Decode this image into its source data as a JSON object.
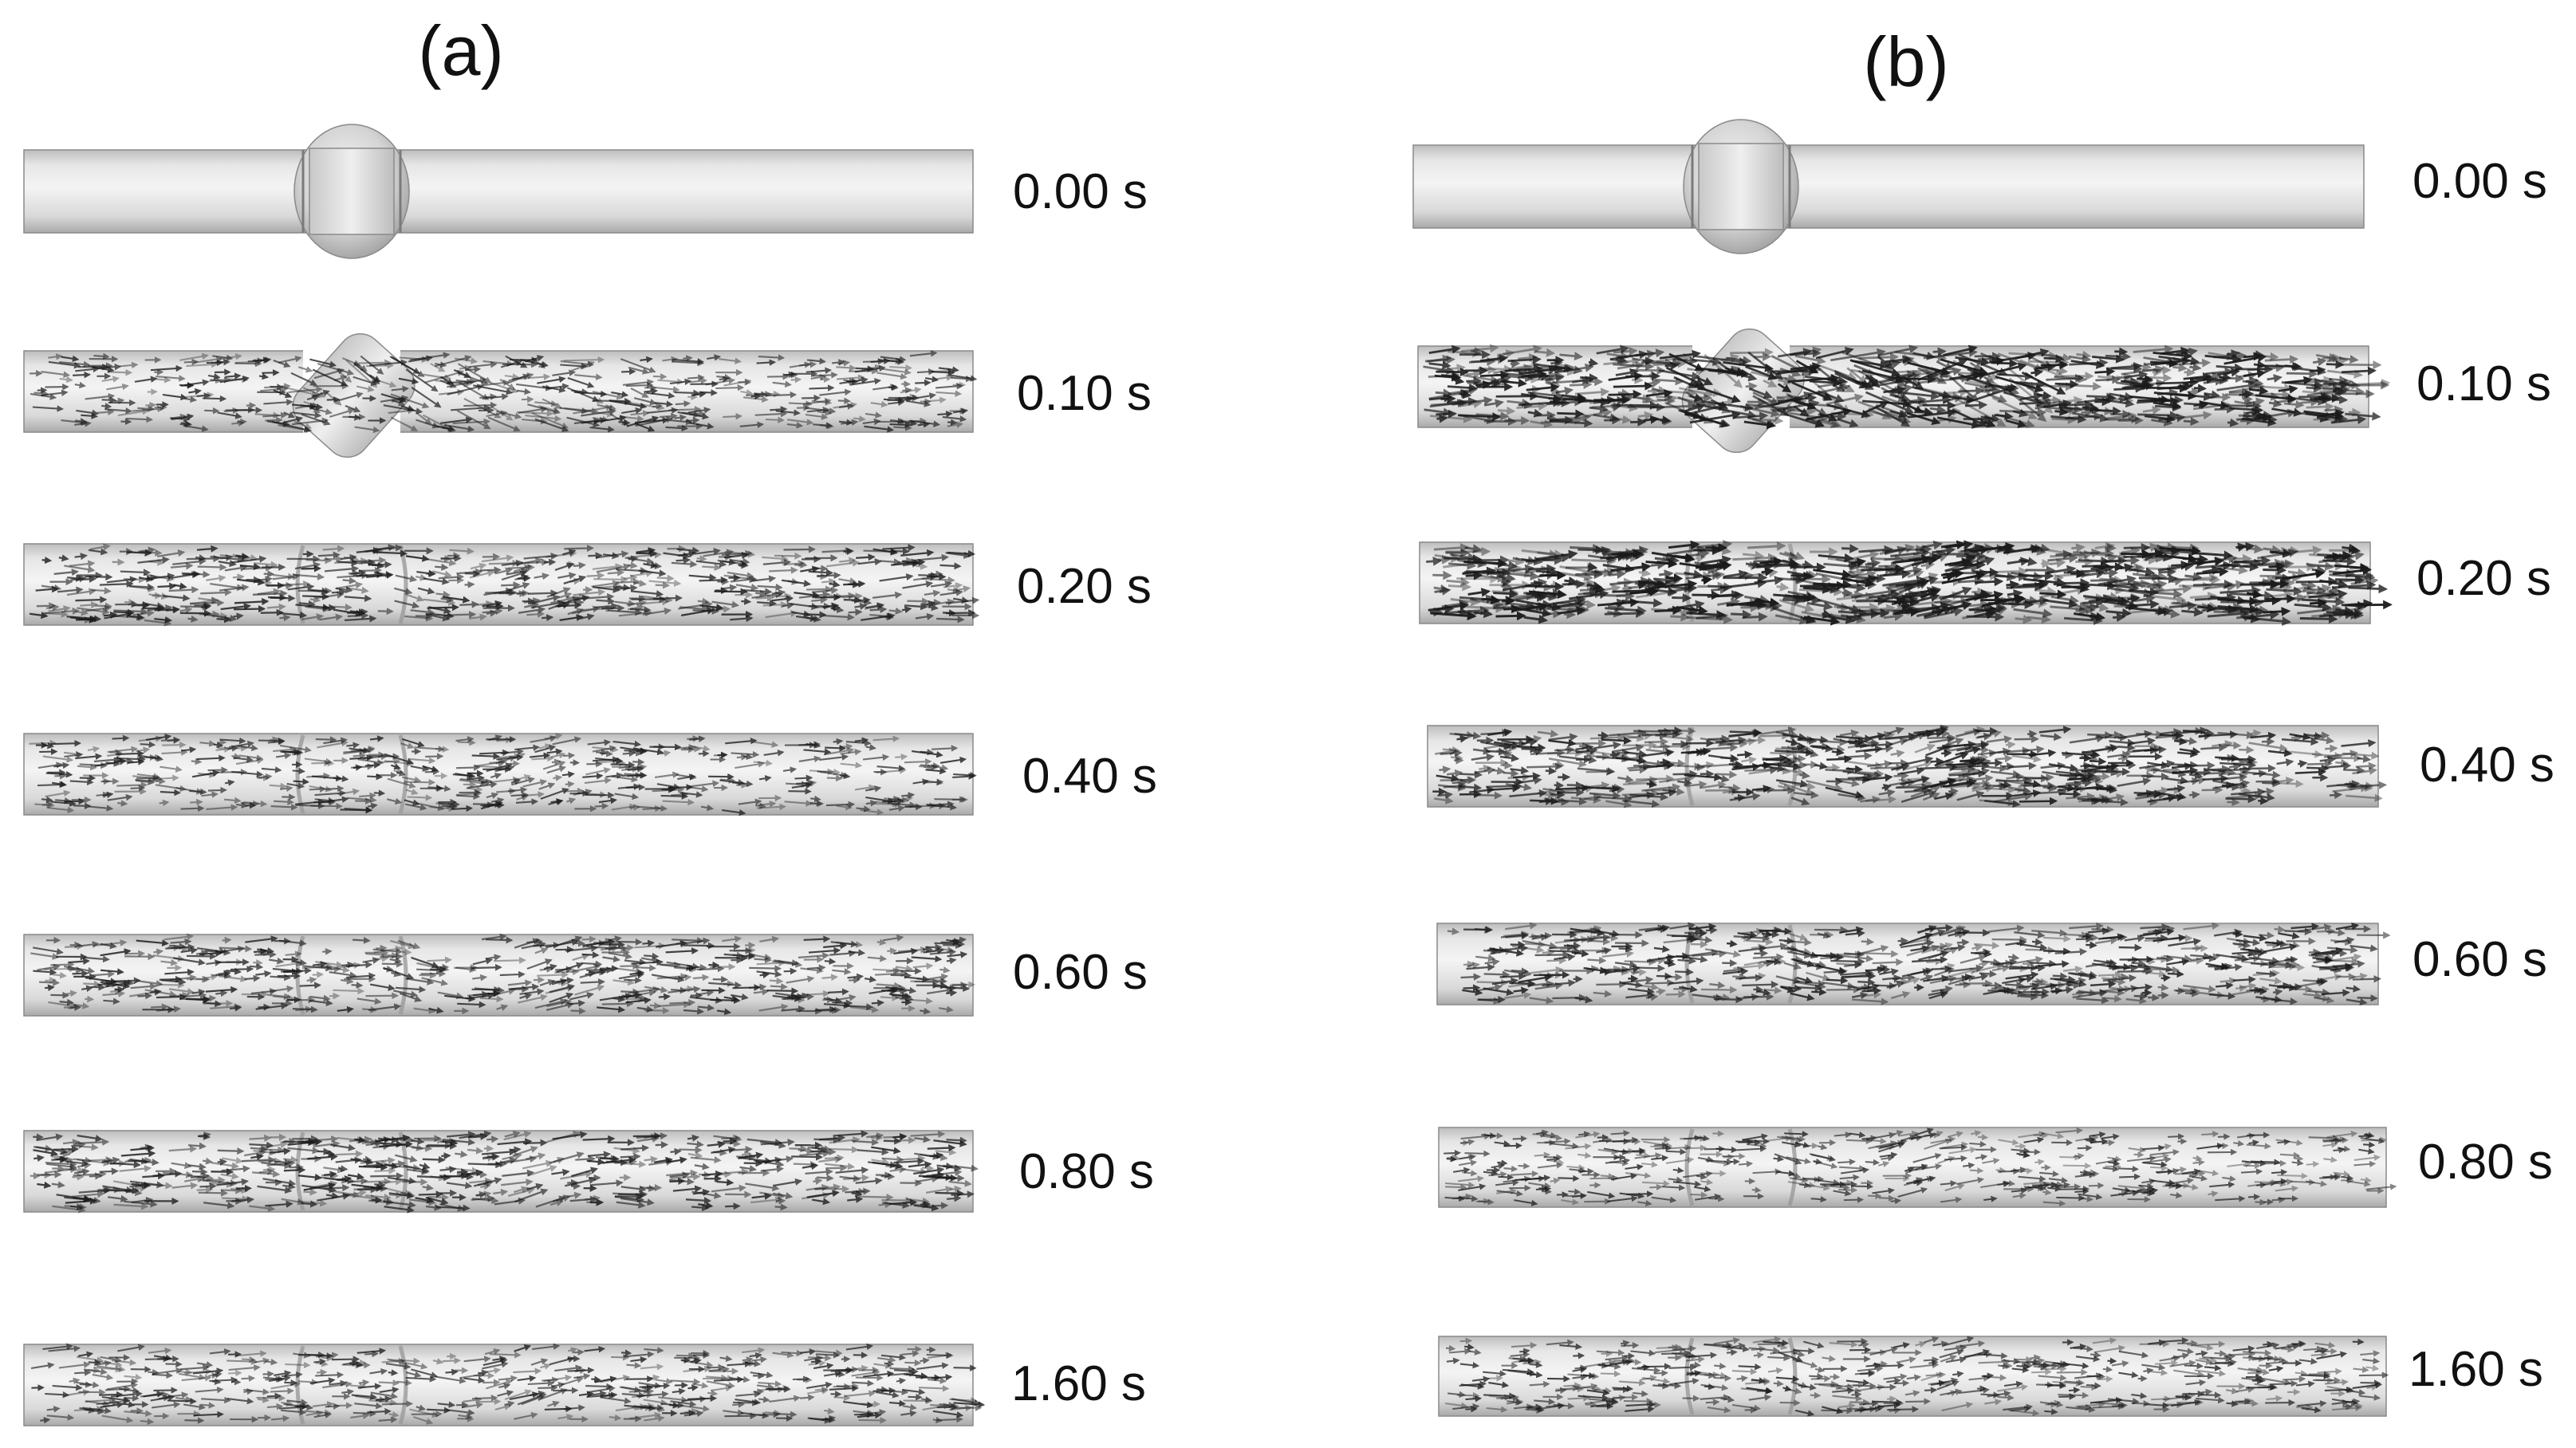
{
  "figure": {
    "panels": [
      {
        "label": "(a)",
        "frames": [
          {
            "time": "0.00 s",
            "valve_state": "closed",
            "flow_vectors": false,
            "flow_intensity": 0
          },
          {
            "time": "0.10 s",
            "valve_state": "tilted",
            "flow_vectors": true,
            "flow_intensity": 0.45
          },
          {
            "time": "0.20 s",
            "valve_state": "open",
            "flow_vectors": true,
            "flow_intensity": 0.55
          },
          {
            "time": "0.40 s",
            "valve_state": "open",
            "flow_vectors": true,
            "flow_intensity": 0.45
          },
          {
            "time": "0.60 s",
            "valve_state": "open",
            "flow_vectors": true,
            "flow_intensity": 0.5
          },
          {
            "time": "0.80 s",
            "valve_state": "open",
            "flow_vectors": true,
            "flow_intensity": 0.55
          },
          {
            "time": "1.60 s",
            "valve_state": "open",
            "flow_vectors": true,
            "flow_intensity": 0.45
          }
        ]
      },
      {
        "label": "(b)",
        "frames": [
          {
            "time": "0.00 s",
            "valve_state": "closed",
            "flow_vectors": false,
            "flow_intensity": 0
          },
          {
            "time": "0.10 s",
            "valve_state": "tilted",
            "flow_vectors": true,
            "flow_intensity": 0.85
          },
          {
            "time": "0.20 s",
            "valve_state": "open",
            "flow_vectors": true,
            "flow_intensity": 0.95
          },
          {
            "time": "0.40 s",
            "valve_state": "open",
            "flow_vectors": true,
            "flow_intensity": 0.7
          },
          {
            "time": "0.60 s",
            "valve_state": "open",
            "flow_vectors": true,
            "flow_intensity": 0.6
          },
          {
            "time": "0.80 s",
            "valve_state": "open",
            "flow_vectors": true,
            "flow_intensity": 0.4
          },
          {
            "time": "1.60 s",
            "valve_state": "open",
            "flow_vectors": true,
            "flow_intensity": 0.45
          }
        ]
      }
    ],
    "colors": {
      "pipe_light": "#f2f2f2",
      "pipe_mid": "#d6d6d6",
      "pipe_dark": "#a8a8a8",
      "pipe_edge": "#8a8a8a",
      "arrow": "#1a1a1a",
      "label": "#111111"
    }
  }
}
